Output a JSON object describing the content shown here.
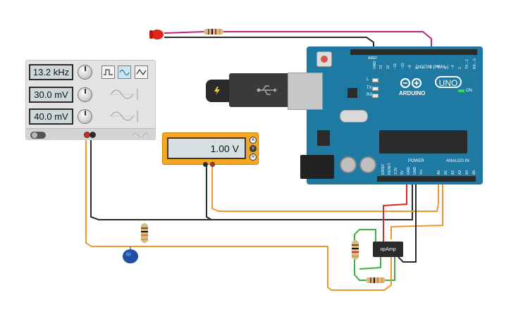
{
  "function_generator": {
    "frequency": "13.2 kHz",
    "amplitude": "30.0 mV",
    "dc_offset": "40.0 mV",
    "waveforms": [
      "square-wave-icon",
      "sine-wave-icon",
      "triangle-wave-icon"
    ],
    "selected_waveform": "sine"
  },
  "multimeter": {
    "reading": "1.00 V",
    "modes": [
      "A",
      "V",
      "R"
    ]
  },
  "arduino": {
    "brand": "ARDUINO",
    "model": "UNO",
    "digital_label": "DIGITAL (PWM~)",
    "power_label": "POWER",
    "analog_label": "ANALOG IN",
    "on_label": "ON",
    "led_labels": [
      "L",
      "TX",
      "RX"
    ],
    "pin_aref": "AREF",
    "pin_gnd": "GND",
    "digital_pins": [
      "13",
      "12",
      "~11",
      "~10",
      "~9",
      "8",
      "7",
      "~6",
      "~5",
      "4",
      "~3",
      "2",
      "TX→1",
      "RX←0"
    ],
    "power_pins": [
      "IOREF",
      "RESET",
      "3.3V",
      "5V",
      "GND",
      "GND",
      "Vin"
    ],
    "analog_pins": [
      "A0",
      "A1",
      "A2",
      "A3",
      "A4",
      "A5"
    ]
  },
  "opamp": {
    "label": "opAmp"
  },
  "colors": {
    "arduino_blue": "#1e79a3",
    "wire_black": "#2a2a2a",
    "wire_orange": "#f0962a",
    "wire_red": "#d62a2a",
    "wire_green": "#3cb044",
    "wire_magenta": "#c2227a",
    "multimeter_orange": "#f5a623"
  }
}
